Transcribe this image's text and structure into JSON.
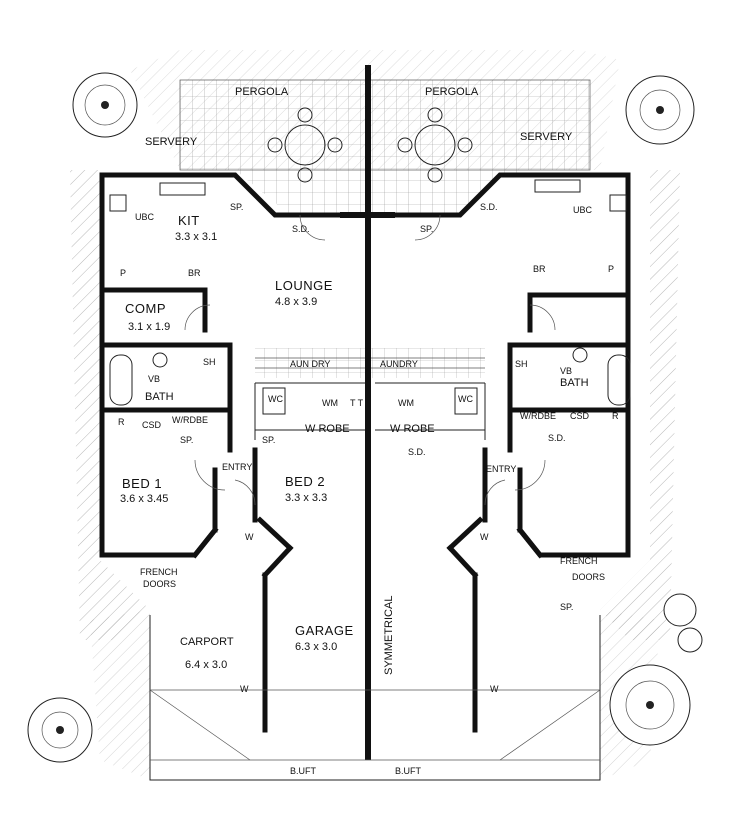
{
  "labels": {
    "pergola_left": "PERGOLA",
    "pergola_right": "PERGOLA",
    "servery_left": "SERVERY",
    "servery_right": "SERVERY",
    "kit": "KIT",
    "kit_dim": "3.3 x 3.1",
    "lounge": "LOUNGE",
    "lounge_dim": "4.8 x 3.9",
    "comp": "COMP",
    "comp_dim": "3.1 x 1.9",
    "laundry_left": "AUN DRY",
    "laundry_right": "AUNDRY",
    "bath_left": "BATH",
    "bath_right": "BATH",
    "vb_left": "VB",
    "vb_right": "VB",
    "sh_left": "SH",
    "sh_right": "SH",
    "wm_left": "WM",
    "wm_right": "WM",
    "dt": "T T",
    "wc_left": "WC",
    "wc_right": "WC",
    "wrobe_left": "W ROBE",
    "wrobe_right": "W ROBE",
    "wrobe_small_left": "W/RDBE",
    "wrobe_small_right": "W/RDBE",
    "csd_left": "CSD",
    "csd_right": "CSD",
    "r_left": "R",
    "r_right": "R",
    "bed1": "BED 1",
    "bed1_dim": "3.6 x 3.45",
    "bed2": "BED 2",
    "bed2_dim": "3.3 x 3.3",
    "entry_left": "ENTRY",
    "entry_right": "ENTRY",
    "french_left": "FRENCH",
    "doors_left": "DOORS",
    "french_right": "FRENCH",
    "doors_right": "DOORS",
    "carport": "CARPORT",
    "carport_dim": "6.4 x 3.0",
    "garage": "GARAGE",
    "garage_dim": "6.3 x 3.0",
    "symmetrical": "SYMMETRICAL",
    "buffet_left": "B.UFT",
    "buffet_right": "B.UFT",
    "sd1": "S.D.",
    "sd2": "S.D.",
    "sd3": "S.D.",
    "sd4": "S.D.",
    "sp1": "SP.",
    "sp2": "SP.",
    "sp3": "SP.",
    "sp4": "SP.",
    "sp5": "SP.",
    "ubc_left": "UBC",
    "ubc_right": "UBC",
    "p_left": "P",
    "p_right": "P",
    "br_left": "BR",
    "br_right": "BR",
    "w_marks": "W"
  }
}
